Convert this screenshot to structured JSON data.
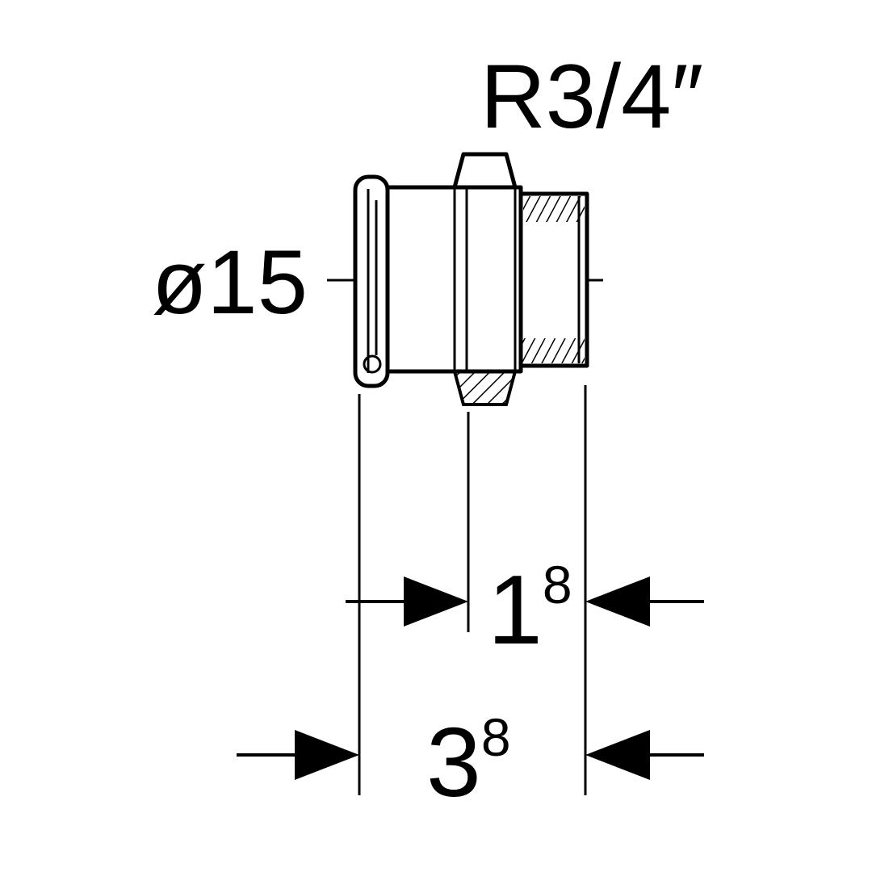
{
  "diagram": {
    "background": "#ffffff",
    "line_color": "#000000",
    "title": "R3/4″",
    "labels": {
      "diameter": "ø15",
      "dim_top": {
        "value": "1",
        "superscript": "8"
      },
      "dim_bottom": {
        "value": "3",
        "superscript": "8"
      }
    }
  }
}
